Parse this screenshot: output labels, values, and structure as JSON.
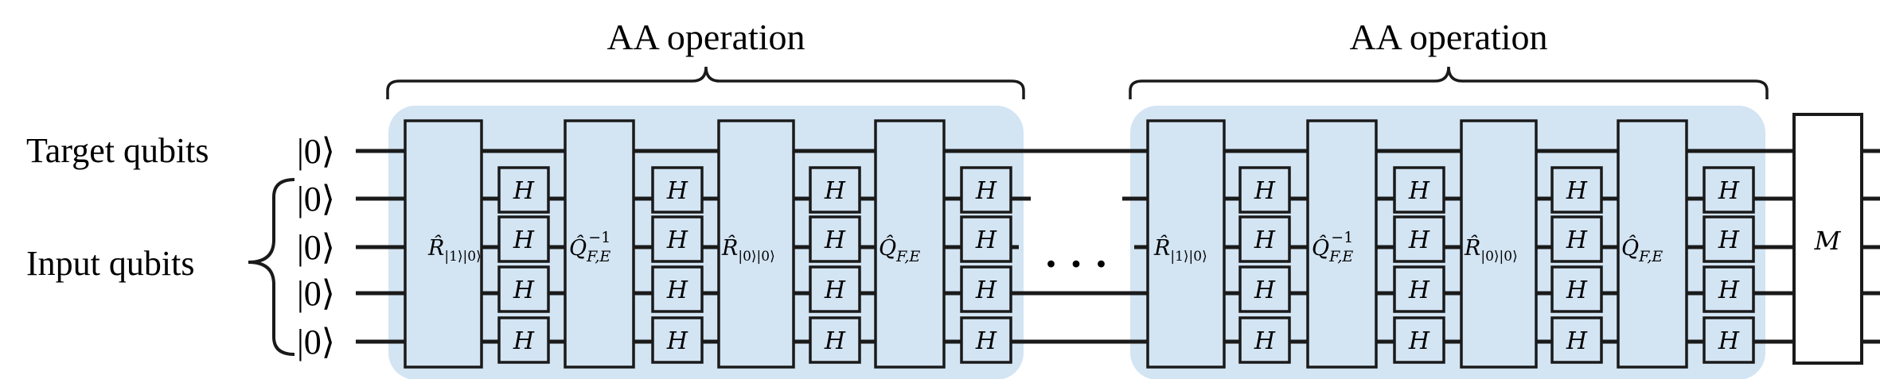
{
  "labels": {
    "target_qubits": "Target qubits",
    "input_qubits": "Input qubits",
    "ket_zero": "|0⟩",
    "ellipsis": "· · ·"
  },
  "aa_blocks": [
    {
      "title": "AA operation",
      "gates": {
        "r1": "R̂|1⟩|0⟩",
        "q_inv": "Q̂F,E−1",
        "r0": "R̂|0⟩|0⟩",
        "q": "Q̂F,E"
      }
    },
    {
      "title": "AA operation",
      "gates": {
        "r1": "R̂|1⟩|0⟩",
        "q_inv": "Q̂F,E−1",
        "r0": "R̂|0⟩|0⟩",
        "q": "Q̂F,E"
      }
    }
  ],
  "hadamard_label": "H",
  "measure_label": "M",
  "colors": {
    "block_fill": "#d3e4f3",
    "gate_fill": "#d3e4f3",
    "line": "#1a1a1a",
    "background": "#ffffff"
  }
}
